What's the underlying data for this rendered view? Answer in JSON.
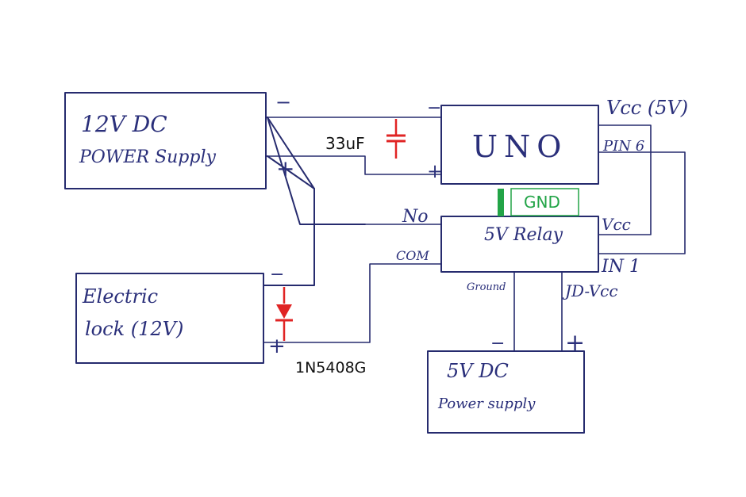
{
  "components": {
    "psu12": {
      "line1": "12V DC",
      "line2": "POWER Supply"
    },
    "uno": {
      "label": "UNO"
    },
    "relay": {
      "label": "5V Relay"
    },
    "lock": {
      "line1": "Electric",
      "line2": "lock (12V)"
    },
    "psu5": {
      "line1": "5V DC",
      "line2": "Power supply"
    }
  },
  "pins": {
    "uno_vcc": "Vcc (5V)",
    "uno_pin": "PIN 6",
    "relay_no": "No",
    "relay_com": "COM",
    "relay_vcc": "Vcc",
    "relay_in": "IN 1",
    "relay_ground": "Ground",
    "relay_jd": "JD-Vcc"
  },
  "polarity": {
    "minus": "−",
    "plus": "+"
  },
  "annotations": {
    "capacitor": "33uF",
    "diode": "1N5408G",
    "gnd": "GND"
  },
  "colors": {
    "ink": "#262b6e",
    "capacitor": "#e02424",
    "diode": "#e02424",
    "gnd": "#22a447"
  }
}
